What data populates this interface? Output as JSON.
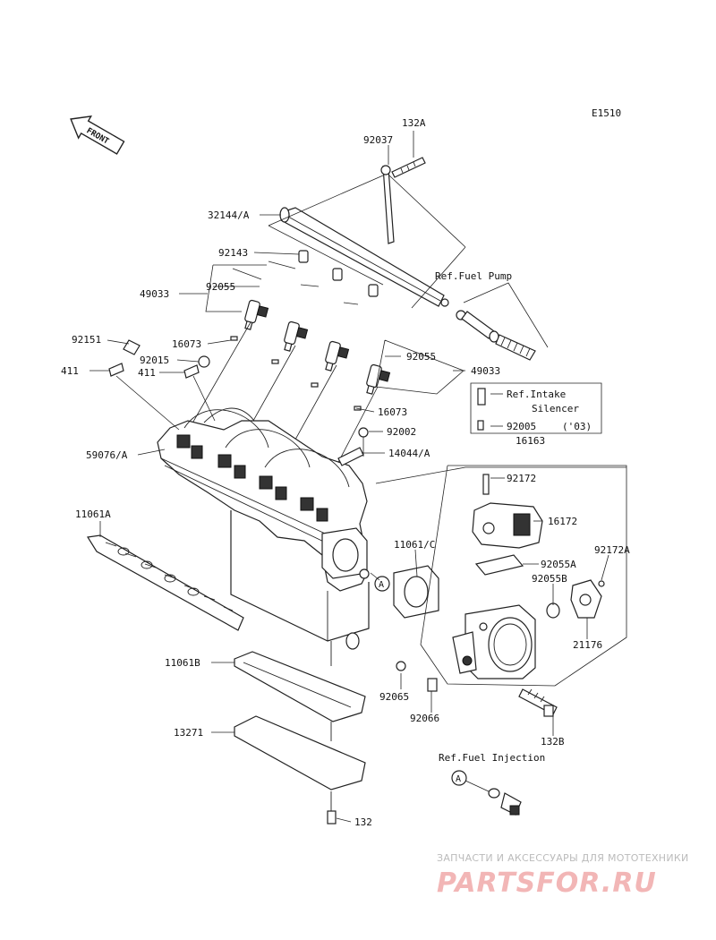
{
  "diagram_code": "E1510",
  "front_arrow": {
    "label": "FRONT"
  },
  "parts": {
    "p132A": "132A",
    "p92037": "92037",
    "p32144A": "32144/A",
    "p92143": "92143",
    "p49033_left": "49033",
    "p92055_left": "92055",
    "p92151": "92151",
    "p16073_top": "16073",
    "p92015": "92015",
    "p411_left": "411",
    "p411_mid": "411",
    "p92055_right": "92055",
    "p49033_right": "49033",
    "p16073_bottom": "16073",
    "p92002": "92002",
    "p14044A": "14044/A",
    "p59076A": "59076/A",
    "p16163": "16163",
    "p92172": "92172",
    "p16172": "16172",
    "p11061A": "11061A",
    "p11061C": "11061/C",
    "p92055A": "92055A",
    "p92172A": "92172A",
    "p92055B": "92055B",
    "p21176": "21176",
    "p11061B": "11061B",
    "p92065": "92065",
    "p92066": "92066",
    "p132B": "132B",
    "p13271": "13271",
    "p132": "132",
    "p92005": "92005"
  },
  "references": {
    "fuel_pump": "Ref.Fuel Pump",
    "intake_line1": "Ref.Intake",
    "intake_line2": "Silencer",
    "intake_year": "('03)",
    "fuel_injection": "Ref.Fuel Injection",
    "callout_a1": "A",
    "callout_a2": "A"
  },
  "watermark": {
    "line1": "ЗАПЧАСТИ И АКСЕССУАРЫ ДЛЯ МОТОТЕХНИКИ",
    "logo": "PARTSFOR.RU"
  }
}
